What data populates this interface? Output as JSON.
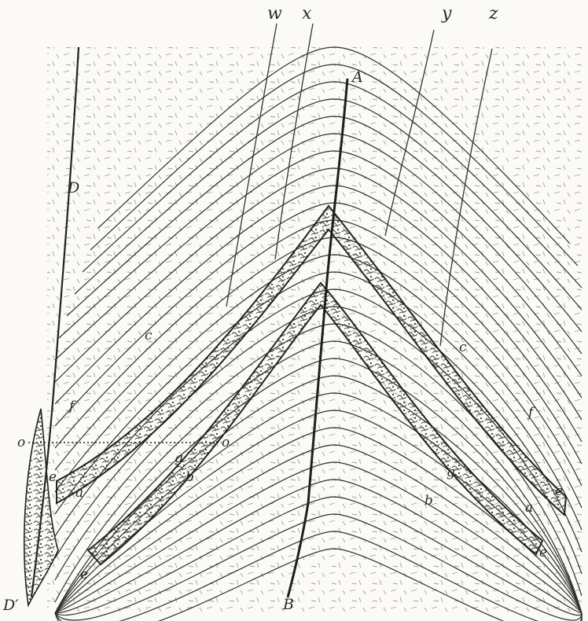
{
  "figure": {
    "ink_color": "#2a2a2a",
    "paper_color": "#fbfaf6",
    "labels": {
      "w": "w",
      "x": "x",
      "y": "y",
      "z": "z",
      "A": "A",
      "B": "B",
      "D": "D",
      "D_prime": "D′",
      "o_left": "o",
      "o_mid": "o",
      "c_left": "c",
      "c_right": "c",
      "f_left": "f",
      "f_right": "f",
      "g_left": "g",
      "g_right": "g",
      "a_left": "a",
      "a_right": "a",
      "b_left": "b",
      "b_right": "b",
      "e_upper_left": "e",
      "e_lower_left": "e",
      "e_upper_right": "e",
      "e_lower_right": "e"
    }
  }
}
